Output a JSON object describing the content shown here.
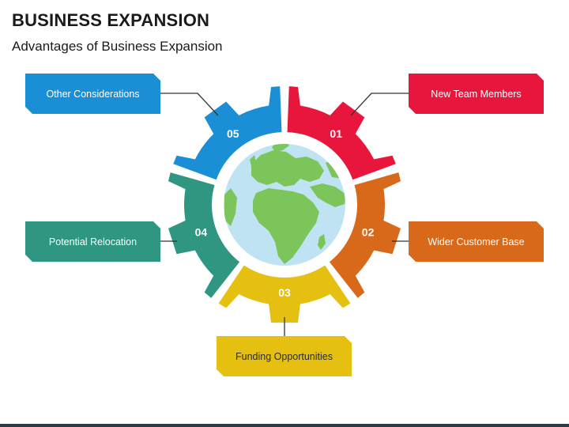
{
  "title": "BUSINESS EXPANSION",
  "subtitle": "Advantages of Business Expansion",
  "diagram": {
    "center": "globe-icon",
    "segments": [
      {
        "number": "01",
        "label": "New Team Members",
        "color": "#e8163c"
      },
      {
        "number": "02",
        "label": "Wider Customer Base",
        "color": "#d9691a"
      },
      {
        "number": "03",
        "label": "Funding Opportunities",
        "color": "#e6c010"
      },
      {
        "number": "04",
        "label": "Potential Relocation",
        "color": "#2e9681"
      },
      {
        "number": "05",
        "label": "Other Considerations",
        "color": "#1b8fd6"
      }
    ],
    "connector_color": "#333333",
    "globe": {
      "ocean": "#bfe3f2",
      "land": "#7cc55a"
    }
  }
}
